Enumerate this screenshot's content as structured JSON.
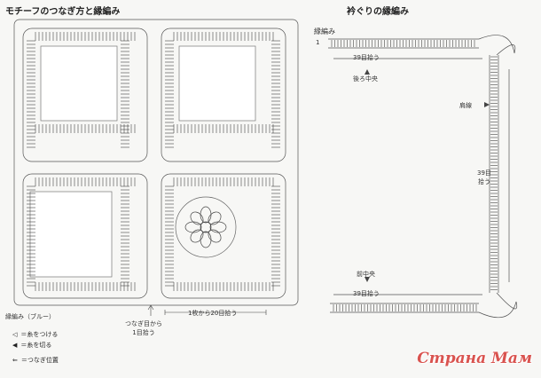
{
  "left_title": "モチーフのつなぎ方と縁編み",
  "right_title": "衿ぐりの縁編み",
  "left_labels": {
    "edge_color": "縁編み（ブルー）",
    "join_pickup": "つなぎ目から",
    "join_pickup2": "1目拾う",
    "pickup_20": "1枚から20目拾う"
  },
  "legend": [
    {
      "symbol": "◁",
      "text": "＝糸をつける"
    },
    {
      "symbol": "◀",
      "text": "＝糸を切る"
    },
    {
      "symbol": "⇐",
      "text": "＝つなぎ位置"
    }
  ],
  "right_labels": {
    "edge": "縁編み",
    "row1": "1",
    "pickup_39_top": "39目拾う",
    "back_center": "後ろ中央",
    "shoulder": "肩線",
    "pickup_39_side_a": "39目",
    "pickup_39_side_b": "拾う",
    "front_center": "前中央",
    "pickup_39_bottom": "39目拾う"
  },
  "watermark": "Страна Мам"
}
